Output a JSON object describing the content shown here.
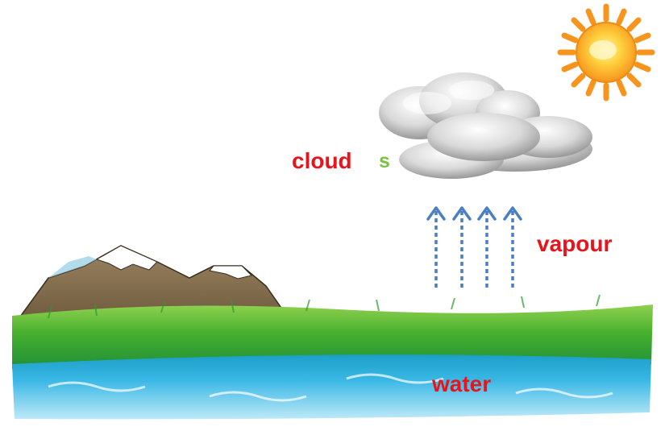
{
  "labels": {
    "cloud": "cloud",
    "s": "s",
    "vapour": "vapour",
    "water": "water"
  },
  "colors": {
    "label_red": "#e8141b",
    "label_green": "#7cc142",
    "arrow_blue": "#4a7fc1",
    "sun_orange": "#f7941d",
    "grass_green": "#3fae2a",
    "water_blue": "#29a9e0"
  },
  "icons": [
    "sun-icon",
    "cloud-icon",
    "mountain-icon",
    "arrow-up-icon"
  ]
}
